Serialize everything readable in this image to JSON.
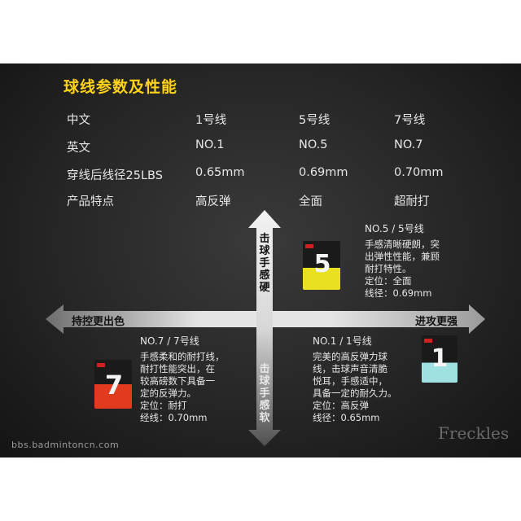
{
  "title": "球线参数及性能",
  "table": {
    "rows": [
      {
        "label": "中文",
        "c1": "1号线",
        "c2": "5号线",
        "c3": "7号线"
      },
      {
        "label": "英文",
        "c1": "NO.1",
        "c2": "NO.5",
        "c3": "NO.7"
      },
      {
        "label": "穿线后线径25LBS",
        "c1": "0.65mm",
        "c2": "0.69mm",
        "c3": "0.70mm"
      },
      {
        "label": "产品特点",
        "c1": "高反弹",
        "c2": "全面",
        "c3": "超耐打"
      }
    ]
  },
  "axes": {
    "top": "击球手感硬",
    "bottom": "击球手感软",
    "left": "持控更出色",
    "right": "进攻更强"
  },
  "products": {
    "no5": {
      "heading": "NO.5 / 5号线",
      "lines": [
        "手感清晰硬朗，突",
        "出弹性性能，兼顾",
        "耐打特性。",
        "定位：全面",
        "线径：0.69mm"
      ],
      "color": "#e8e020"
    },
    "no7": {
      "heading": "NO.7 / 7号线",
      "lines": [
        "手感柔和的耐打线，",
        "耐打性能突出，在",
        "较高磅数下具备一",
        "定的反弹力。",
        "定位：耐打",
        "经线：0.70mm"
      ],
      "color": "#e23a1e"
    },
    "no1": {
      "heading": "NO.1 / 1号线",
      "lines": [
        "完美的高反弹力球",
        "线，击球声音清脆",
        "悦耳，手感适中，",
        "具备一定的耐久力。",
        "定位：高反弹",
        "线径：0.65mm"
      ],
      "color": "#9fe0e0"
    }
  },
  "watermarks": {
    "site": "bbs.badmintoncn.com",
    "sig": "Freckles"
  }
}
